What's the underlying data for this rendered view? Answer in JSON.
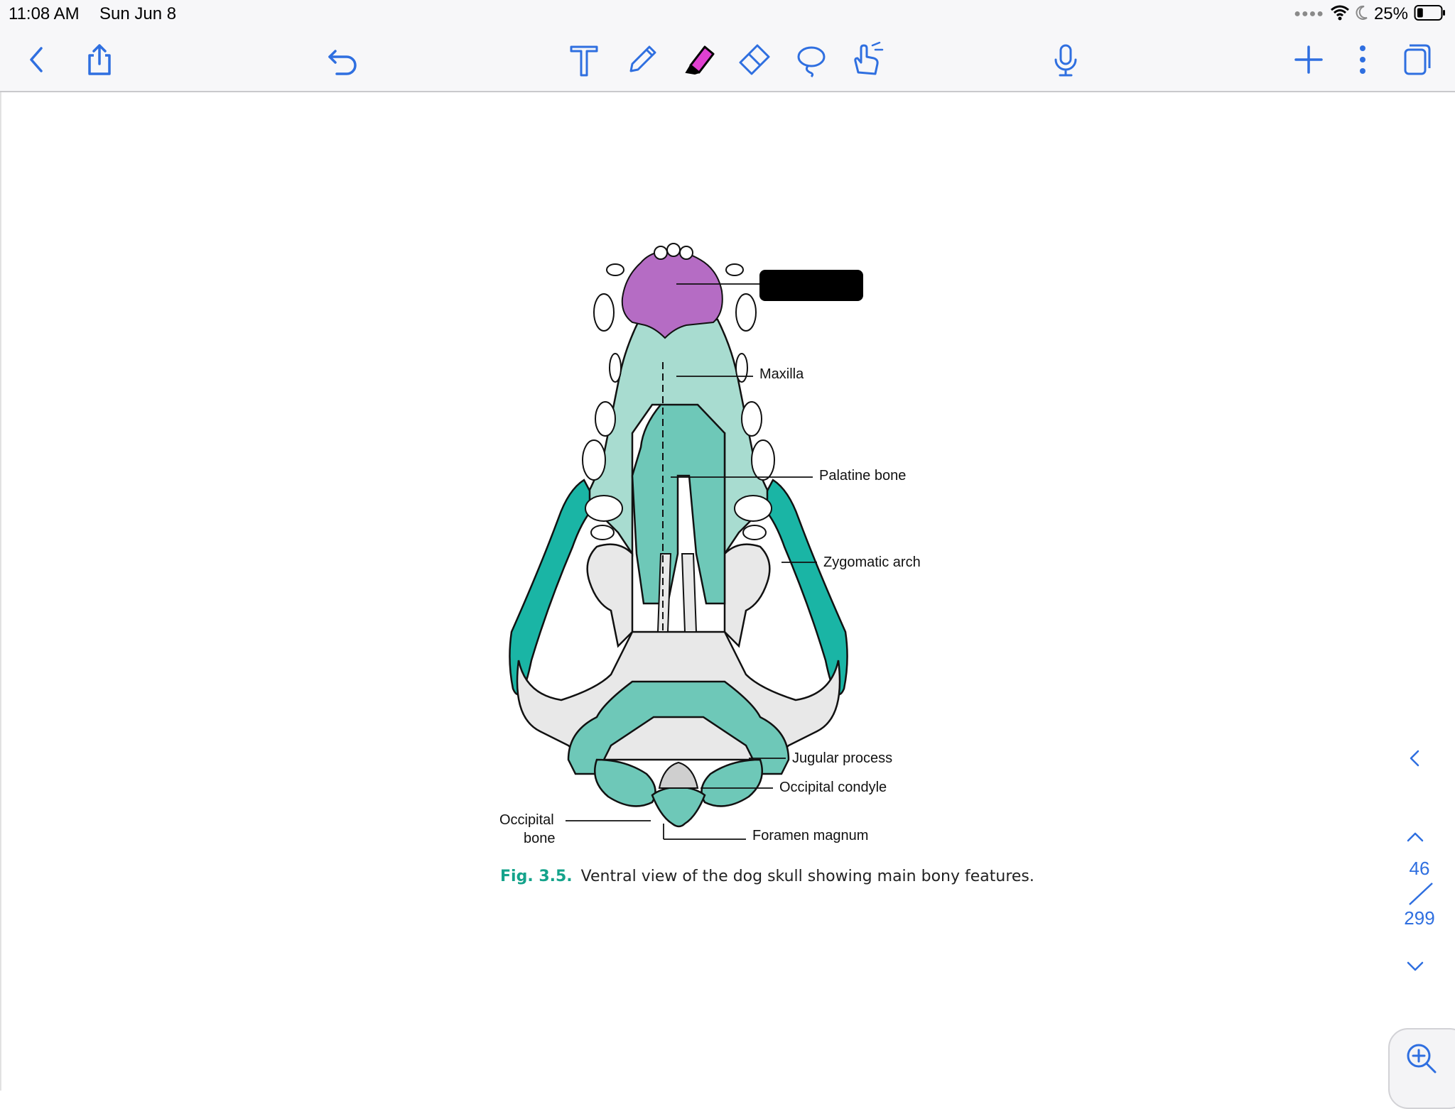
{
  "status_bar": {
    "time": "11:08 AM",
    "date": "Sun Jun 8",
    "battery_percent": "25%",
    "battery_level": 0.25,
    "wifi_icon": "wifi-icon",
    "focus_icon": "moon-icon"
  },
  "toolbar": {
    "left": [
      "back-icon",
      "share-icon",
      "undo-icon"
    ],
    "tools": [
      "text-tool-icon",
      "pen-icon",
      "highlighter-icon",
      "eraser-icon",
      "lasso-icon",
      "hand-pointer-icon"
    ],
    "right": [
      "microphone-icon",
      "add-icon",
      "more-icon",
      "pages-icon"
    ],
    "accent_color": "#2f6fe0",
    "highlighter_color": "#e040d0"
  },
  "figure": {
    "labels": {
      "maxilla": "Maxilla",
      "palatine": "Palatine bone",
      "zygomatic": "Zygomatic arch",
      "jugular": "Jugular process",
      "occipital_condyle": "Occipital condyle",
      "occipital_bone_line1": "Occipital",
      "occipital_bone_line2": "bone",
      "foramen": "Foramen magnum"
    },
    "caption_number": "Fig. 3.5.",
    "caption_text": "Ventral view of the dog skull showing main bony features.",
    "colors": {
      "highlight": "#b56cc4",
      "maxilla": "#a8dcd0",
      "palatine": "#6ec8b8",
      "zygomatic": "#1ab5a5",
      "occipital": "#6ec8b8",
      "other": "#e8e8e8"
    }
  },
  "side_nav": {
    "page_current": "46",
    "page_total": "299"
  }
}
